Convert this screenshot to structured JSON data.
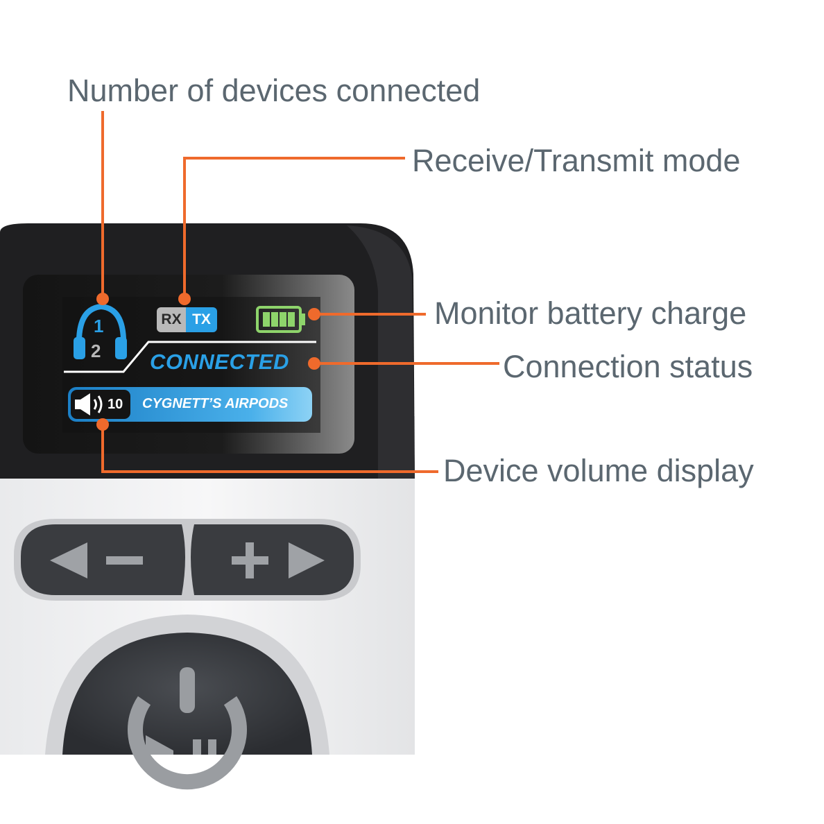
{
  "callouts": {
    "devices": "Number of devices connected",
    "mode": "Receive/Transmit mode",
    "battery": "Monitor battery charge",
    "status": "Connection status",
    "volume": "Device volume display"
  },
  "screen": {
    "headphones": {
      "slot1": "1",
      "slot2": "2"
    },
    "mode": {
      "rx": "RX",
      "tx": "TX"
    },
    "battery_fraction": 1.0,
    "status": "CONNECTED",
    "volume": "10",
    "device_name": "CYGNETT’S AIRPODS"
  },
  "colors": {
    "accent_blue": "#2aa0e6",
    "callout_orange": "#ef6a2c",
    "battery_green": "#8ed46b",
    "text_gray": "#5b6770"
  },
  "icons": [
    "headphones-icon",
    "battery-icon",
    "speaker-icon",
    "left-arrow-icon",
    "minus-icon",
    "plus-icon",
    "right-arrow-icon",
    "power-icon",
    "play-pause-icon"
  ]
}
